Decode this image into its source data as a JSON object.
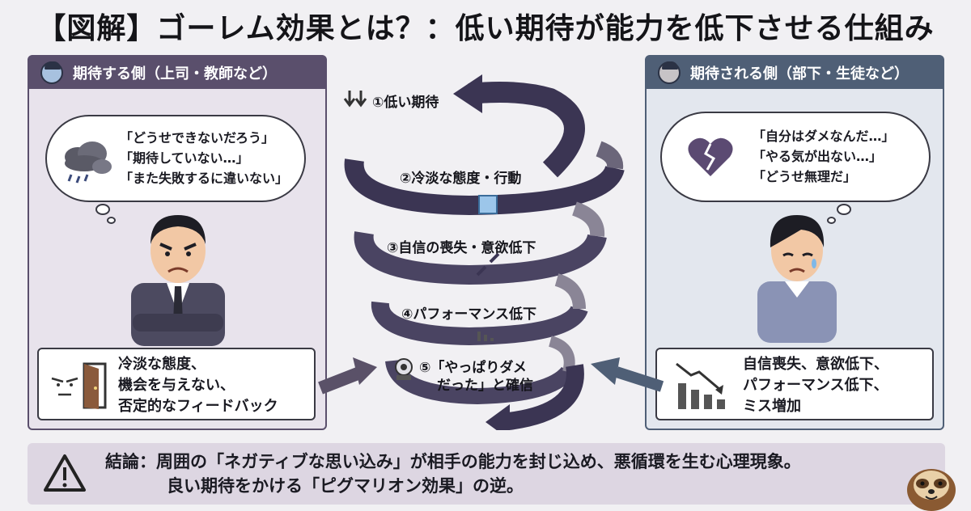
{
  "title": "【図解】ゴーレム効果とは？：低い期待が能力を低下させる仕組み",
  "left_panel": {
    "header": "期待する側（上司・教師など）",
    "thoughts": [
      "「どうせできないだろう」",
      "「期待していない…」",
      "「また失敗するに違いない」"
    ],
    "behavior": [
      "冷淡な態度、",
      "機会を与えない、",
      "否定的なフィードバック"
    ]
  },
  "right_panel": {
    "header": "期待される側（部下・生徒など）",
    "thoughts": [
      "「自分はダメなんだ…」",
      "「やる気が出ない…」",
      "「どうせ無理だ」"
    ],
    "result": [
      "自信喪失、意欲低下、",
      "パフォーマンス低下、",
      "ミス増加"
    ]
  },
  "spiral_steps": [
    "①低い期待",
    "②冷淡な態度・行動",
    "③自信の喪失・意欲低下",
    "④パフォーマンス低下",
    "⑤「やっぱりダメ",
    "だった」と確信"
  ],
  "conclusion": {
    "line1": "結論：周囲の「ネガティブな思い込み」が相手の能力を封じ込め、悪循環を生む心理現象。",
    "line2": "良い期待をかける「ピグマリオン効果」の逆。"
  },
  "colors": {
    "spiral": "#3b3553",
    "left_accent": "#5a4f6c",
    "right_accent": "#4f5f76",
    "arrow": "#5a5168"
  }
}
